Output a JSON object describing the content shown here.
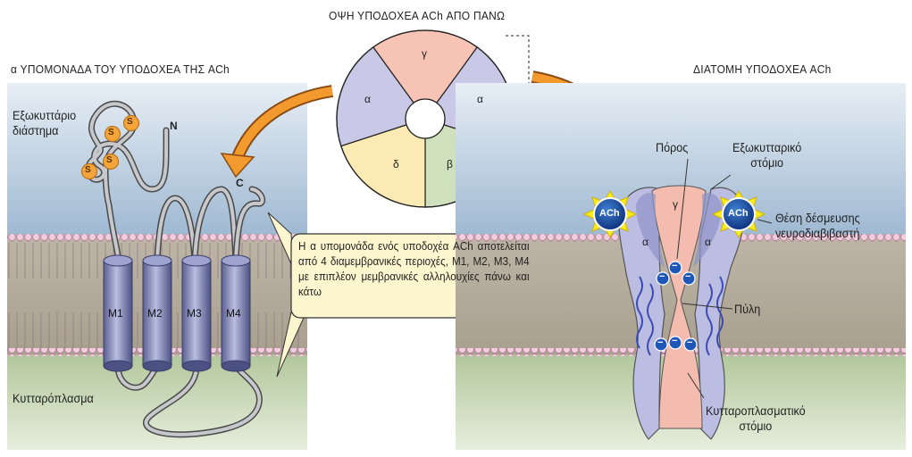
{
  "titles": {
    "top": "ΟΨΗ ΥΠΟΔΟΧΕΑ ACh ΑΠΟ ΠΑΝΩ",
    "left": "α  ΥΠΟΜΟΝΑΔΑ ΤΟΥ ΥΠΟΔΟΧΕΑ ΤΗΣ ACh",
    "right": "ΔΙΑΤΟΜΗ ΥΠΟΔΟΧΕΑ ACh"
  },
  "left_panel": {
    "extracellular": "Εξωκυττάριο\nδιάστημα",
    "cytoplasm": "Κυτταρόπλασμα",
    "n_terminus": "N",
    "c_terminus": "C",
    "disulfide": [
      "S",
      "S",
      "S",
      "S"
    ],
    "helices": [
      "M1",
      "M2",
      "M3",
      "M4"
    ]
  },
  "top_view": {
    "subunits": [
      "γ",
      "α",
      "β",
      "δ",
      "α"
    ]
  },
  "callout": {
    "text": "Η α υπομονάδα ενός υποδοχέα ACh αποτελείται από 4 διαμεμβρανικές περιοχές, M1, M2, M3, M4 με επιπλέον μεμβρανικές αλληλουχίες πάνω και κάτω"
  },
  "right_panel": {
    "pore": "Πόρος",
    "ext_mouth": "Εξωκυτταρικό\nστόμιο",
    "binding_site": "Θέση δέσμευσης\nνευροδιαβιβαστή",
    "gate": "Πύλη",
    "cyto_mouth": "Κυτταροπλασματικό\nστόμιο",
    "ach": [
      "ACh",
      "ACh"
    ],
    "subunits": [
      "γ",
      "α",
      "α"
    ],
    "charges": [
      "−",
      "−",
      "−",
      "−",
      "−",
      "−"
    ]
  }
}
